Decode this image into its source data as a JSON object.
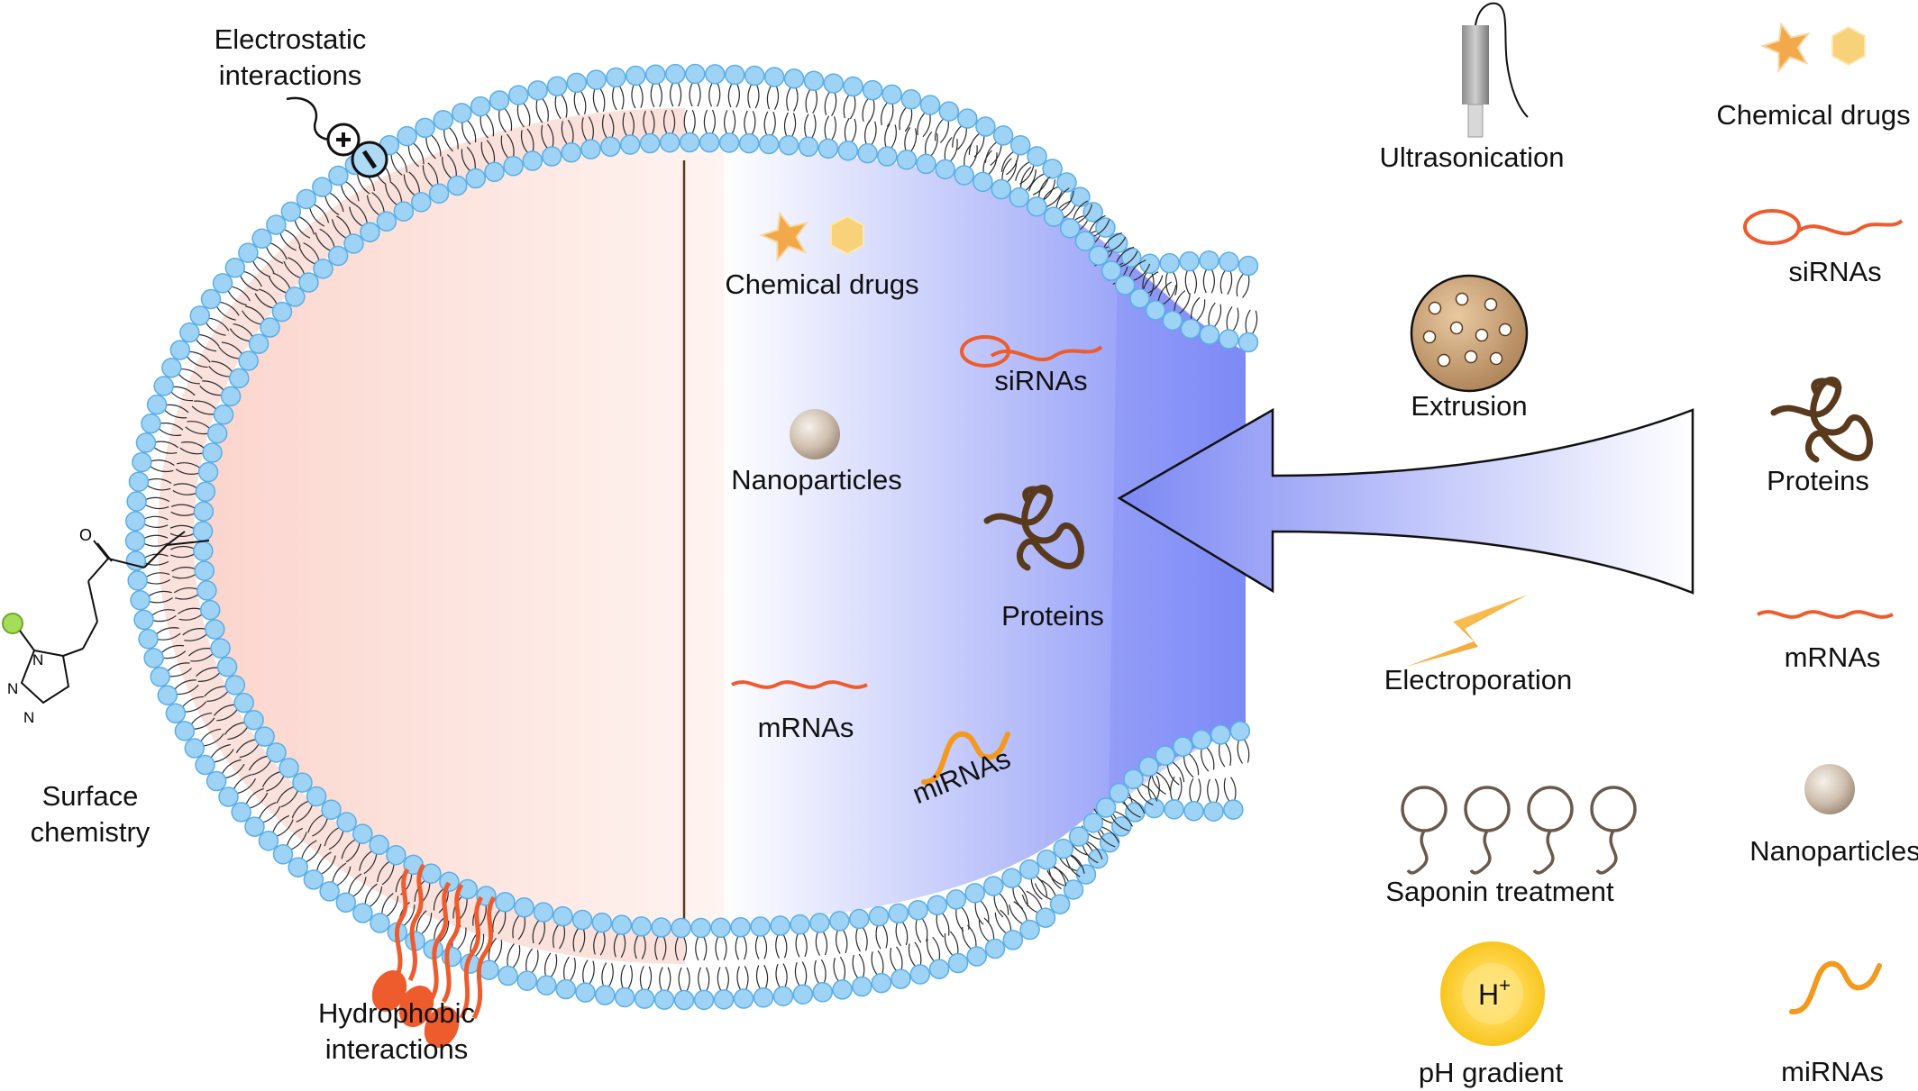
{
  "left_labels": {
    "electrostatic": "Electrostatic\ninteractions",
    "surface_chemistry": "Surface\nchemistry",
    "hydrophobic": "Hydrophobic\ninteractions"
  },
  "inner_cargo": {
    "chemical_drugs": "Chemical drugs",
    "sirnas": "siRNAs",
    "nanoparticles": "Nanoparticles",
    "proteins": "Proteins",
    "mrnas": "mRNAs",
    "mirnas": "miRNAs"
  },
  "methods": {
    "ultrasonication": "Ultrasonication",
    "extrusion": "Extrusion",
    "electroporation": "Electroporation",
    "saponin": "Saponin treatment",
    "ph_gradient": "pH gradient",
    "h_plus": "H",
    "h_plus_sup": "+"
  },
  "right_cargo": {
    "chemical_drugs": "Chemical drugs",
    "sirnas": "siRNAs",
    "proteins": "Proteins",
    "mrnas": "mRNAs",
    "nanoparticles": "Nanoparticles",
    "mirnas": "miRNAs"
  },
  "colors": {
    "bead": "#9fd3f5",
    "bead_edge": "#5aaee8",
    "tail": "#2a2a2a",
    "inner_left": "#fcd8d0",
    "inner_right": "#7f8cf7",
    "rna": "#ee5b2c",
    "mirna": "#f39a1e",
    "protein": "#5a3a1c",
    "star": "#f2a94a",
    "hexagon": "#f7d27a",
    "nanoparticle": "#c9b8a6"
  }
}
